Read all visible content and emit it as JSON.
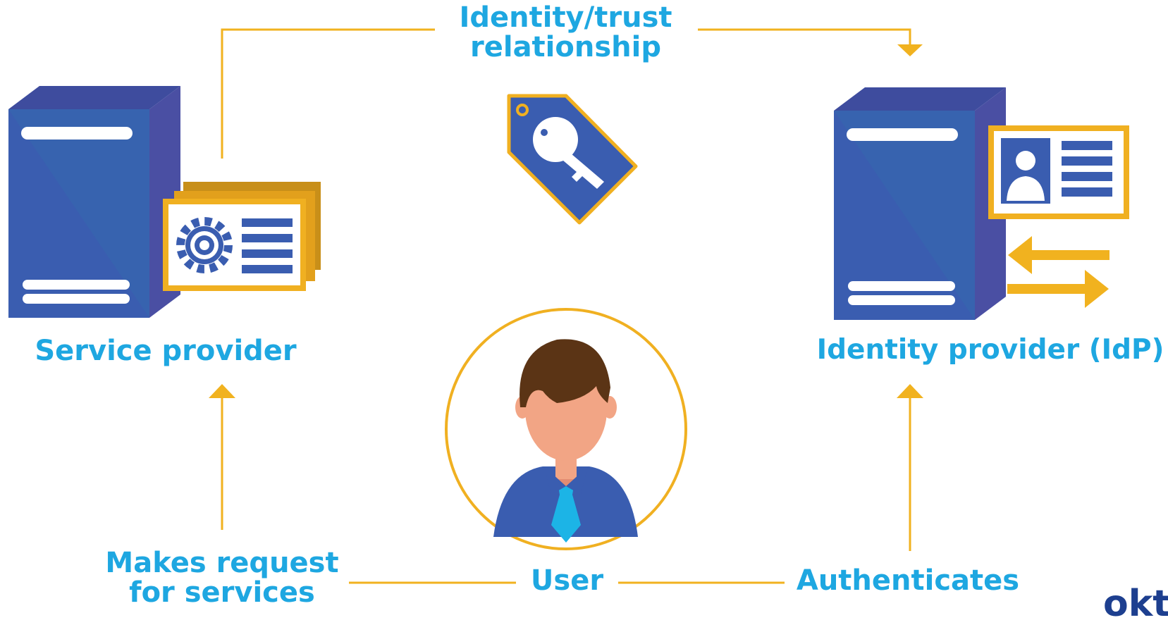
{
  "labels": {
    "trust_line1": "Identity/trust",
    "trust_line2": "relationship",
    "service_provider": "Service provider",
    "identity_provider": "Identity provider (IdP)",
    "request_line1": "Makes request",
    "request_line2": "for services",
    "user": "User",
    "authenticates": "Authenticates",
    "logo_partial": "okt"
  },
  "colors": {
    "text": "#1ea7e1",
    "line": "#f1b21f",
    "server_front": "#3a5db0",
    "server_side": "#4a4fa3",
    "server_top": "#3e4c9e",
    "card_frame": "#f0b021",
    "logo": "#1d3f8f"
  },
  "icons": [
    "server-icon",
    "gear-card-icon",
    "key-tag-icon",
    "id-card-icon",
    "exchange-arrows-icon",
    "user-avatar-icon"
  ]
}
